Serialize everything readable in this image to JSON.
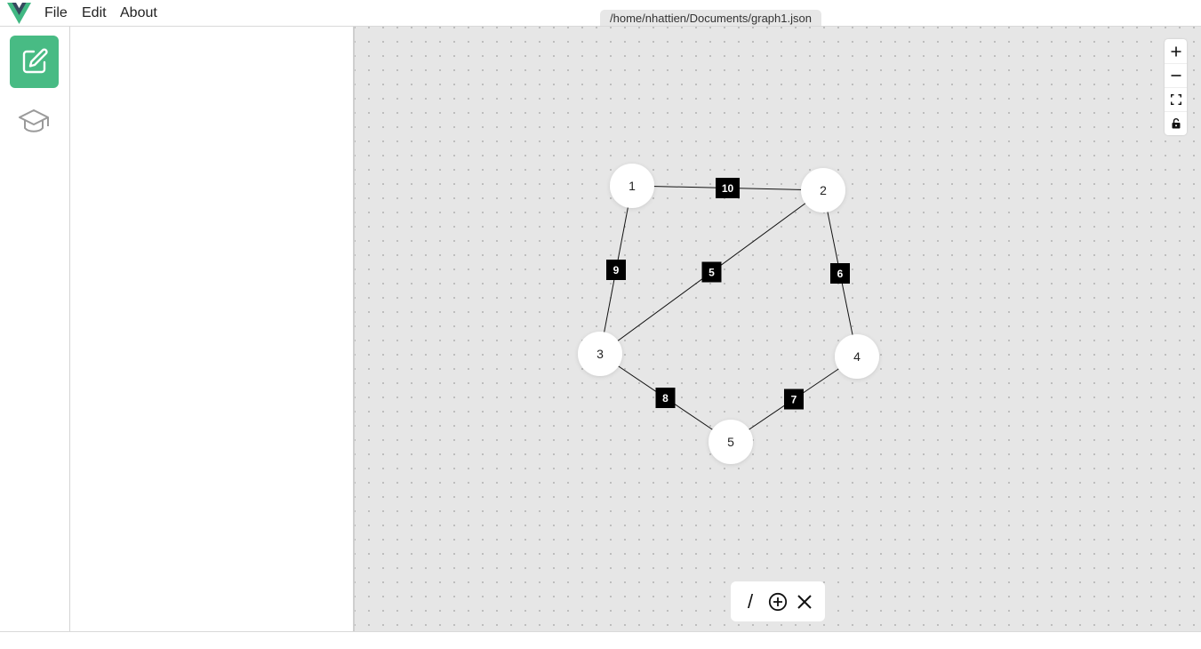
{
  "menu": {
    "file": "File",
    "edit": "Edit",
    "about": "About"
  },
  "tab": {
    "path": "/home/nhattien/Documents/graph1.json"
  },
  "rail": {
    "edit_icon": "pencil-square-icon",
    "learn_icon": "graduation-cap-icon"
  },
  "graph": {
    "nodes": [
      {
        "id": "1",
        "label": "1"
      },
      {
        "id": "2",
        "label": "2"
      },
      {
        "id": "3",
        "label": "3"
      },
      {
        "id": "4",
        "label": "4"
      },
      {
        "id": "5",
        "label": "5"
      }
    ],
    "edges": [
      {
        "from": "1",
        "to": "2",
        "weight": "10"
      },
      {
        "from": "1",
        "to": "3",
        "weight": "9"
      },
      {
        "from": "2",
        "to": "3",
        "weight": "5"
      },
      {
        "from": "2",
        "to": "4",
        "weight": "6"
      },
      {
        "from": "3",
        "to": "5",
        "weight": "8"
      },
      {
        "from": "4",
        "to": "5",
        "weight": "7"
      }
    ]
  },
  "controls": [
    "zoom-in-icon",
    "zoom-out-icon",
    "fit-view-icon",
    "lock-icon"
  ],
  "toolbar": {
    "draw_edge_label": "/",
    "add_node_icon": "plus-circle-icon",
    "delete_icon": "close-icon"
  },
  "colors": {
    "accent": "#48bb84",
    "logo_green": "#41b883",
    "logo_dark": "#35495e",
    "canvas": "#e6e6e6",
    "edge_label_bg": "#000000"
  }
}
